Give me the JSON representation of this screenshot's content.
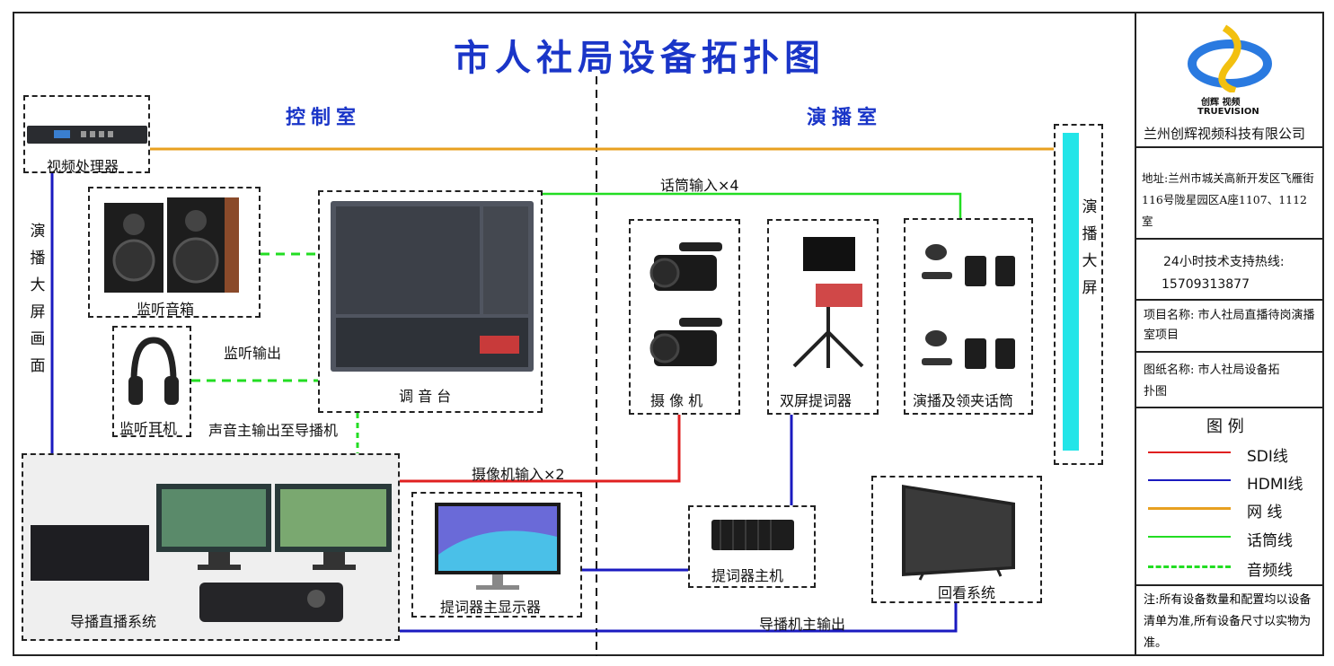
{
  "title": "市人社局设备拓扑图",
  "rooms": {
    "control": "控制室",
    "studio": "演播室"
  },
  "devices": {
    "video_processor": "视频处理器",
    "monitor_speaker": "监听音箱",
    "mixer": "调 音 台",
    "headphone": "监听耳机",
    "director_system": "导播直播系统",
    "camera": "摄 像 机",
    "teleprompter": "双屏提词器",
    "microphones": "演播及领夹话筒",
    "teleprompter_host": "提词器主机",
    "teleprompter_display": "提词器主显示器",
    "playback": "回看系统"
  },
  "connections": {
    "mic_input": "话筒输入×4",
    "monitor_out": "监听输出",
    "audio_main_out": "声音主输出至导播机",
    "camera_input": "摄像机输入×2",
    "director_main_out": "导播机主输出"
  },
  "vertical": {
    "left_screen": [
      "演",
      "播",
      "大",
      "屏",
      "画",
      "面"
    ],
    "right_screen": [
      "演",
      "播",
      "大",
      "屏"
    ]
  },
  "info": {
    "logo_cn": "创辉 视频",
    "logo_en": "TRUEVISION",
    "company": "兰州创辉视频科技有限公司",
    "address": "地址:兰州市城关高新开发区飞雁街116号陇星园区A座1107、1112室",
    "hotline_label": "24小时技术支持热线:",
    "hotline": "15709313877",
    "project": "项目名称: 市人社局直播待岗演播室项目",
    "drawing": "图纸名称: 市人社局设备拓扑图",
    "legend_title": "图 例",
    "legend": [
      {
        "label": "SDI线",
        "color": "#e02020",
        "style": "solid"
      },
      {
        "label": "HDMI线",
        "color": "#1a1ac0",
        "style": "solid"
      },
      {
        "label": "网 线",
        "color": "#e8a020",
        "style": "solid"
      },
      {
        "label": "话筒线",
        "color": "#22dd22",
        "style": "solid"
      },
      {
        "label": "音频线",
        "color": "#22dd22",
        "style": "dashed"
      }
    ],
    "note": "注:所有设备数量和配置均以设备清单为准,所有设备尺寸以实物为准。"
  },
  "colors": {
    "screen_bar": "#22e5e8",
    "title": "#1a35c8"
  }
}
